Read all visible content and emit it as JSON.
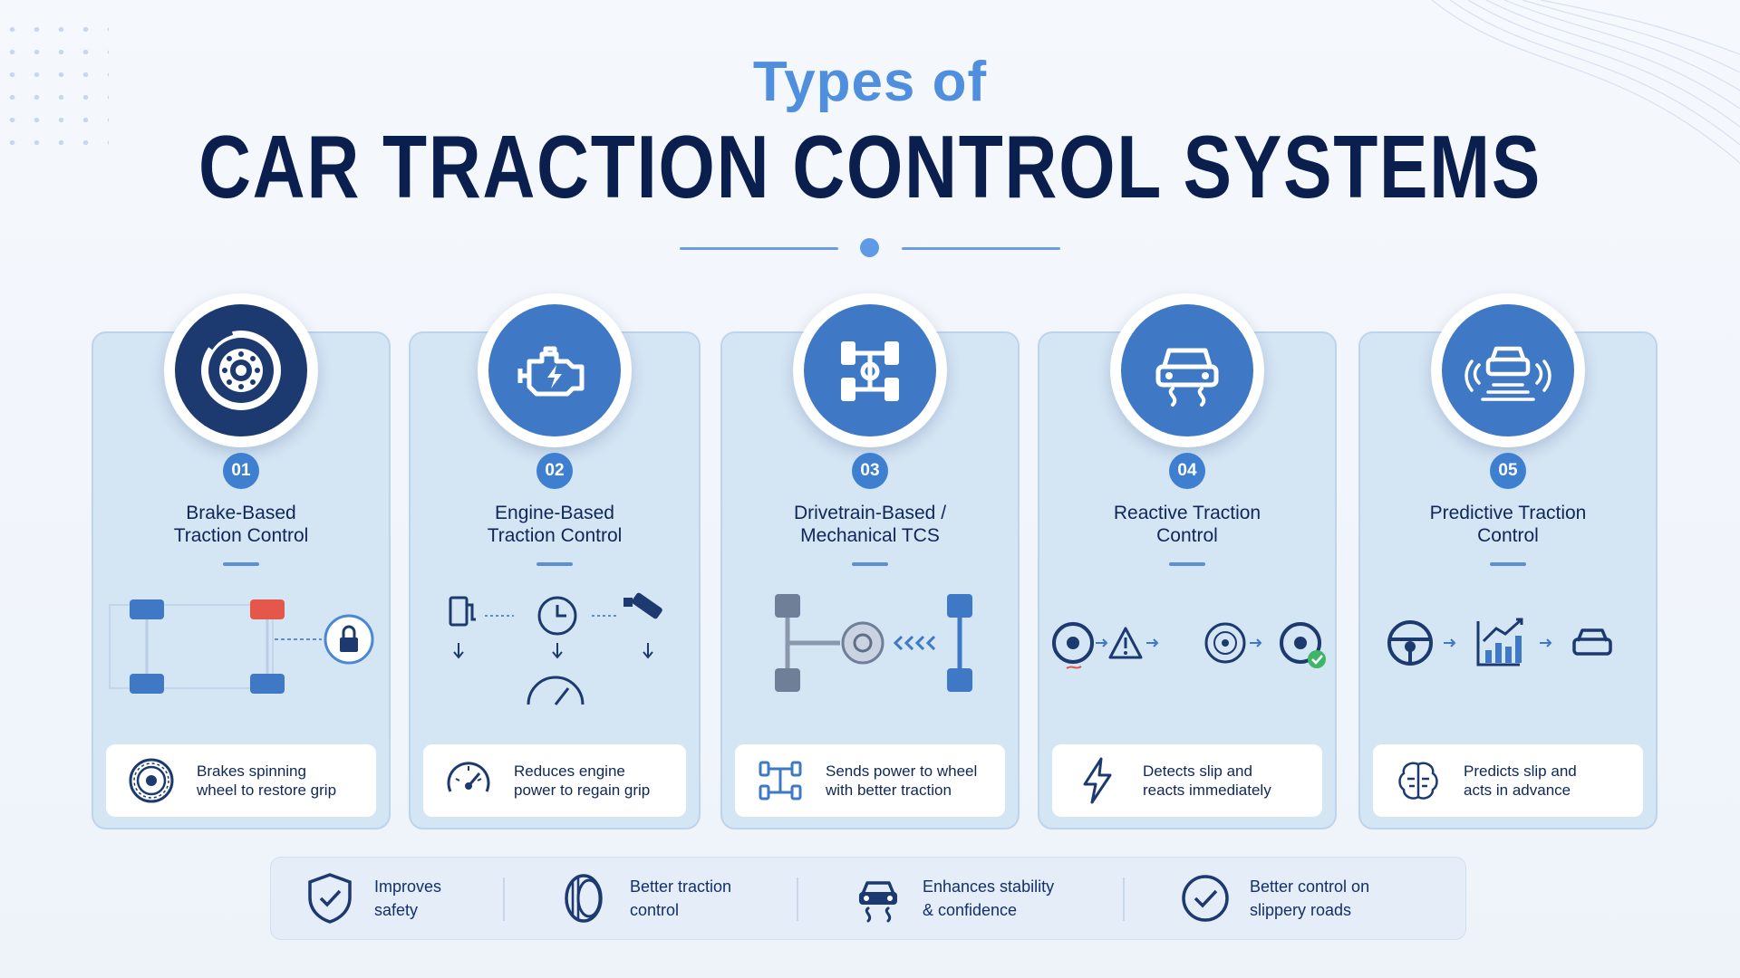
{
  "header": {
    "subtitle": "Types of",
    "title": "CAR TRACTION CONTROL SYSTEMS"
  },
  "cards": [
    {
      "number": "01",
      "title_line1": "Brake-Based",
      "title_line2": "Traction Control",
      "box_line1": "Brakes spinning",
      "box_line2": "wheel to restore grip"
    },
    {
      "number": "02",
      "title_line1": "Engine-Based",
      "title_line2": "Traction Control",
      "box_line1": "Reduces engine",
      "box_line2": "power to regain grip"
    },
    {
      "number": "03",
      "title_line1": "Drivetrain-Based /",
      "title_line2": "Mechanical TCS",
      "box_line1": "Sends power to wheel",
      "box_line2": "with better traction"
    },
    {
      "number": "04",
      "title_line1": "Reactive Traction",
      "title_line2": "Control",
      "box_line1": "Detects slip and",
      "box_line2": "reacts immediately"
    },
    {
      "number": "05",
      "title_line1": "Predictive Traction",
      "title_line2": "Control",
      "box_line1": "Predicts slip and",
      "box_line2": "acts in advance"
    }
  ],
  "benefits": [
    {
      "line1": "Improves",
      "line2": "safety",
      "icon": "shield-check-icon"
    },
    {
      "line1": "Better traction",
      "line2": "control",
      "icon": "tire-icon"
    },
    {
      "line1": "Enhances stability",
      "line2": "& confidence",
      "icon": "car-skid-icon"
    },
    {
      "line1": "Better control on",
      "line2": "slippery roads",
      "icon": "check-circle-icon"
    }
  ],
  "colors": {
    "accent": "#4f8fdd",
    "navy": "#0b1f4f",
    "card_bg": "#d4e5f4",
    "icon_dark": "#1c3a70",
    "icon_blue": "#3f78c4",
    "brake_red": "#e5574a"
  }
}
